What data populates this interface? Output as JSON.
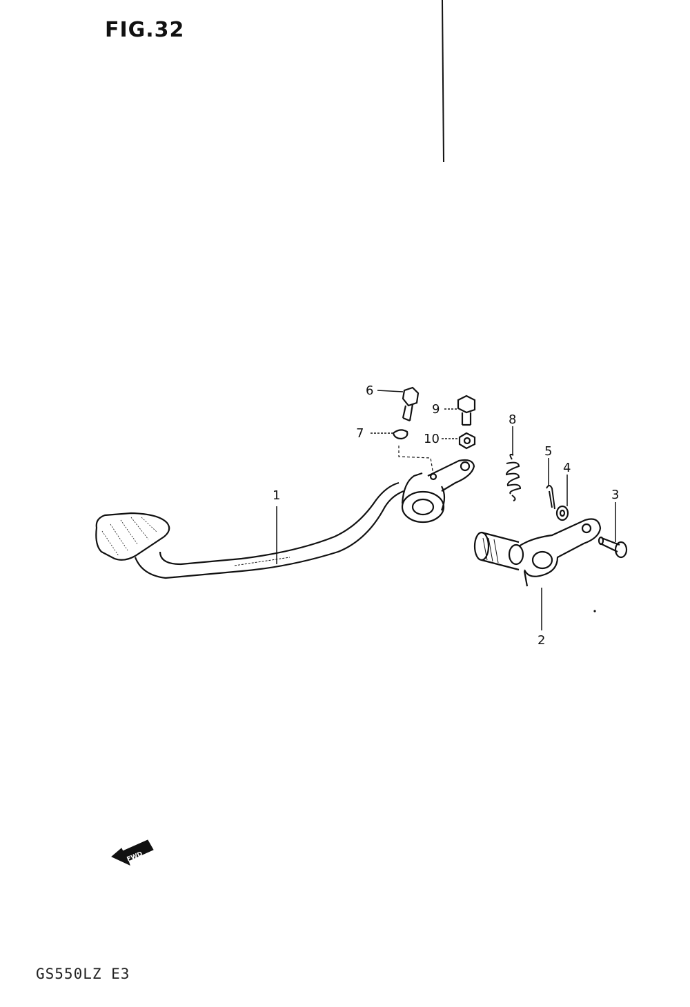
{
  "figure": {
    "title": "FIG.32",
    "model": "GS550LZ E3"
  },
  "direction_marker": {
    "label": "FWD",
    "icon": "forward-arrow-icon"
  },
  "callouts": [
    {
      "id": "1",
      "label": "1",
      "part": "brake-pedal"
    },
    {
      "id": "2",
      "label": "2",
      "part": "brake-cam-lever"
    },
    {
      "id": "3",
      "label": "3",
      "part": "pin"
    },
    {
      "id": "4",
      "label": "4",
      "part": "washer"
    },
    {
      "id": "5",
      "label": "5",
      "part": "cotter-pin"
    },
    {
      "id": "6",
      "label": "6",
      "part": "bolt"
    },
    {
      "id": "7",
      "label": "7",
      "part": "washer"
    },
    {
      "id": "8",
      "label": "8",
      "part": "spring"
    },
    {
      "id": "9",
      "label": "9",
      "part": "bolt"
    },
    {
      "id": "10",
      "label": "10",
      "part": "nut"
    }
  ],
  "colors": {
    "ink": "#111111",
    "paper": "#ffffff"
  }
}
